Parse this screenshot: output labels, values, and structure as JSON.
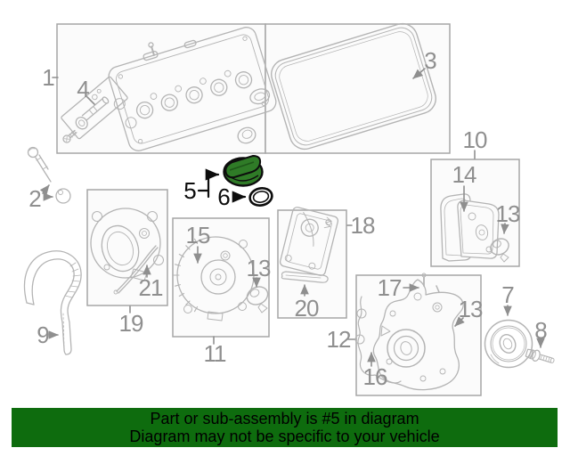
{
  "colors": {
    "highlight_green": "#2f7b27",
    "highlight_green_dark": "#1e5619",
    "banner_bg": "#0e6c0e",
    "label_gray": "#8f8f8f",
    "line_gray": "#b4b4b4",
    "box_border": "#a6a6a6"
  },
  "banner": {
    "line1": "Part or sub-assembly is #5 in diagram",
    "line2": "Diagram may not be specific to your vehicle"
  },
  "highlight": {
    "selected_callout": "5"
  },
  "callouts": [
    {
      "id": "1",
      "label": "1"
    },
    {
      "id": "2",
      "label": "2"
    },
    {
      "id": "3",
      "label": "3"
    },
    {
      "id": "4",
      "label": "4"
    },
    {
      "id": "5",
      "label": "5"
    },
    {
      "id": "6",
      "label": "6"
    },
    {
      "id": "7",
      "label": "7"
    },
    {
      "id": "8",
      "label": "8"
    },
    {
      "id": "9",
      "label": "9"
    },
    {
      "id": "10",
      "label": "10"
    },
    {
      "id": "11",
      "label": "11"
    },
    {
      "id": "12",
      "label": "12"
    },
    {
      "id": "13a",
      "label": "13"
    },
    {
      "id": "13b",
      "label": "13"
    },
    {
      "id": "13c",
      "label": "13"
    },
    {
      "id": "14",
      "label": "14"
    },
    {
      "id": "15",
      "label": "15"
    },
    {
      "id": "16",
      "label": "16"
    },
    {
      "id": "17",
      "label": "17"
    },
    {
      "id": "18",
      "label": "18"
    },
    {
      "id": "19",
      "label": "19"
    },
    {
      "id": "20",
      "label": "20"
    },
    {
      "id": "21",
      "label": "21"
    }
  ]
}
